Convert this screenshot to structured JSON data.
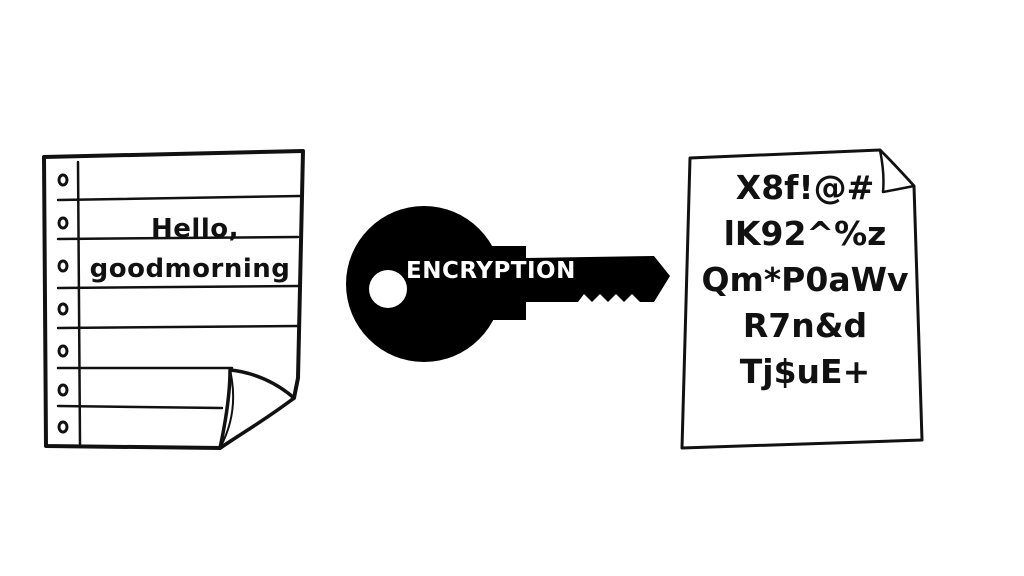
{
  "plaintext": {
    "lines": [
      "Hello,",
      "goodmorning"
    ]
  },
  "key": {
    "label": "ENCRYPTION"
  },
  "ciphertext": {
    "lines": [
      "X8f!@#",
      "lK92^%z",
      "Qm*P0aWv",
      "R7n&d",
      "Tj$uE+"
    ]
  },
  "colors": {
    "ink": "#111111",
    "paper": "#ffffff",
    "key_fill": "#000000"
  },
  "icons": {
    "plaintext_page": "notebook-page-icon",
    "key": "key-icon",
    "ciphertext_page": "document-page-icon"
  }
}
